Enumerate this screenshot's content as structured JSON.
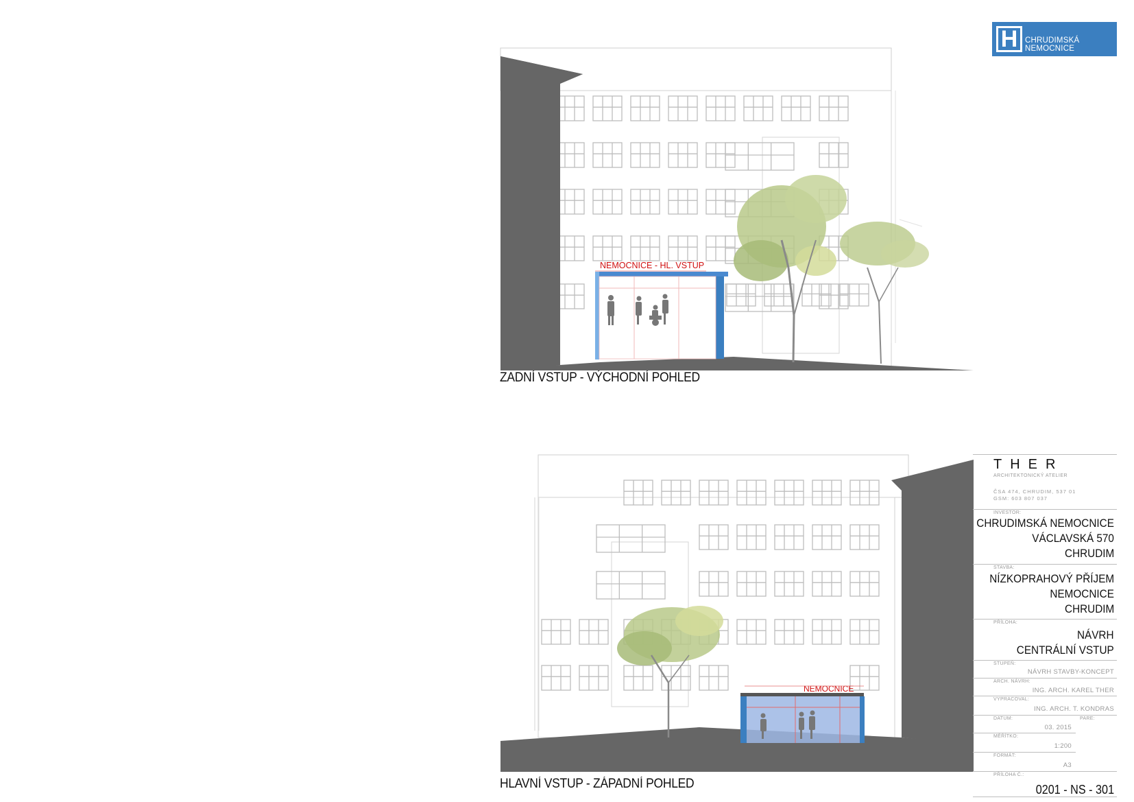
{
  "logo": {
    "line1": "CHRUDIMSKÁ",
    "line2": "NEMOCNICE",
    "mark": "H",
    "color": "#3b7fc0"
  },
  "elevation_east": {
    "caption": "ZADNÍ VSTUP - VÝCHODNÍ POHLED",
    "sign": "NEMOCNICE - HL. VSTUP"
  },
  "elevation_west": {
    "caption": "HLAVNÍ VSTUP - ZÁPADNÍ POHLED",
    "sign": "NEMOCNICE"
  },
  "colors": {
    "ground": "#666666",
    "canopy": "#3b7fc0",
    "sign": "#d01010",
    "tree": "#b9c98a"
  },
  "title_block": {
    "studio": "THER",
    "studio_sub": "ARCHITEKTONICKÝ ATELIER",
    "address": "ČSA 474, CHRUDIM, 537 01",
    "phone": "GSM: 603 807 037",
    "investor_label": "INVESTOR:",
    "investor": [
      "CHRUDIMSKÁ NEMOCNICE",
      "VÁCLAVSKÁ 570",
      "CHRUDIM"
    ],
    "stavba_label": "STAVBA:",
    "stavba": [
      "NÍZKOPRAHOVÝ PŘÍJEM",
      "NEMOCNICE",
      "CHRUDIM"
    ],
    "priloha_label": "PŘÍLOHA:",
    "priloha": [
      "NÁVRH",
      "CENTRÁLNÍ VSTUP"
    ],
    "stupen_label": "STUPEŇ:",
    "stupen": "NÁVRH STAVBY-KONCEPT",
    "arch_label": "ARCH. NÁVRH:",
    "arch": "ING. ARCH. KAREL THER",
    "vypracoval_label": "VYPRACOVAL:",
    "vypracoval": "ING. ARCH. T. KONDRAS",
    "datum_label": "DATUM:",
    "datum": "03. 2015",
    "pare_label": "PARE:",
    "meritko_label": "MĚŘÍTKO:",
    "meritko": "1:200",
    "format_label": "FORMÁT:",
    "format": "A3",
    "cislo_label": "PŘÍLOHA Č.:",
    "cislo": "0201 - NS - 301"
  }
}
